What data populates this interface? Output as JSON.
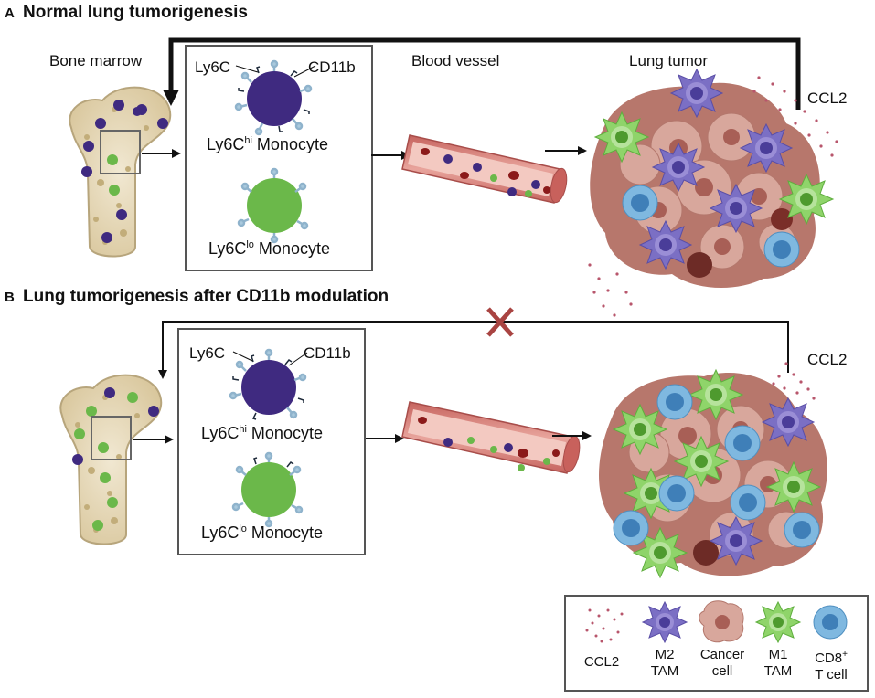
{
  "panel_a": {
    "letter": "A",
    "title": "Normal lung tumorigenesis",
    "bone_marrow": "Bone marrow",
    "blood_vessel": "Blood vessel",
    "lung_tumor": "Lung tumor",
    "ccl2": "CCL2",
    "ly6c": "Ly6C",
    "cd11b": "CD11b",
    "mono_hi_prefix": "Ly6C",
    "mono_hi_sup": "hi",
    "mono_hi_suffix": " Monocyte",
    "mono_lo_prefix": "Ly6C",
    "mono_lo_sup": "lo",
    "mono_lo_suffix": " Monocyte"
  },
  "panel_b": {
    "letter": "B",
    "title": "Lung tumorigenesis after CD11b modulation",
    "ccl2": "CCL2",
    "ly6c": "Ly6C",
    "cd11b": "CD11b",
    "mono_hi_prefix": "Ly6C",
    "mono_hi_sup": "hi",
    "mono_hi_suffix": " Monocyte",
    "mono_lo_prefix": "Ly6C",
    "mono_lo_sup": "lo",
    "mono_lo_suffix": " Monocyte"
  },
  "legend": {
    "ccl2": "CCL2",
    "m2_line1": "M2",
    "m2_line2": "TAM",
    "cancer_line1": "Cancer",
    "cancer_line2": "cell",
    "m1_line1": "M1",
    "m1_line2": "TAM",
    "cd8_prefix": "CD8",
    "cd8_sup": "+",
    "cd8_line2": "T cell"
  },
  "colors": {
    "m2_tam": "#7b6fc4",
    "m1_tam": "#8fd46a",
    "cancer_cell": "#c98e84",
    "cd8_t_cell": "#7fb8e0",
    "ly6c_hi_monocyte": "#3f2a80",
    "ly6c_lo_monocyte": "#6bb84a",
    "ccl2": "#b8566c",
    "blood_vessel": "#d98c86",
    "bone": "#eadfc4",
    "block_cross": "#a94442"
  }
}
